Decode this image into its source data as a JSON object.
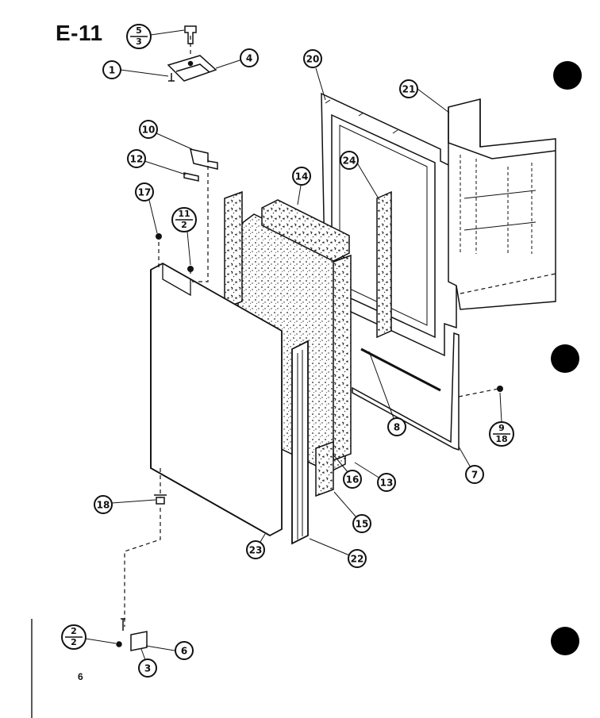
{
  "section_title": "E-11",
  "page_number": "6",
  "callouts": [
    "1",
    "4",
    "10",
    "12",
    "17",
    "14",
    "20",
    "21",
    "24",
    "8",
    "7",
    "16",
    "13",
    "15",
    "18",
    "23",
    "22",
    "3",
    "6"
  ],
  "fraction_callouts": [
    {
      "top": "5",
      "bottom": "3"
    },
    {
      "top": "11",
      "bottom": "2"
    },
    {
      "top": "9",
      "bottom": "18"
    },
    {
      "top": "2",
      "bottom": "2"
    }
  ],
  "colors": {
    "ink": "#111111",
    "paper": "#ffffff"
  }
}
